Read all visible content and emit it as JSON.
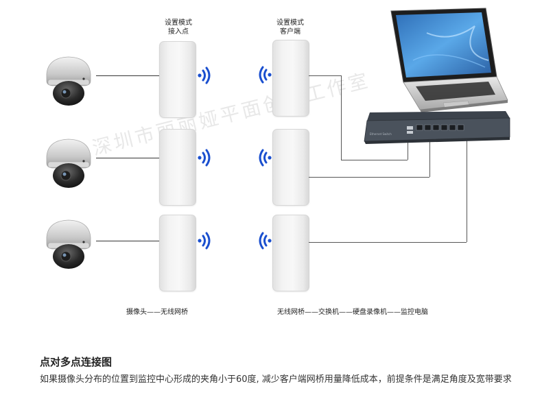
{
  "labels": {
    "access_point": "设置模式\n接入点",
    "client": "设置模式\n客户端",
    "access_point_line1": "设置模式",
    "access_point_line2": "接入点",
    "client_line1": "设置模式",
    "client_line2": "客户端"
  },
  "captions": {
    "left": "摄像头——无线网桥",
    "right": "无线网桥——交换机——硬盘录像机——监控电脑"
  },
  "switch_label": "Ethernet Switch",
  "watermark": "深圳市丽丽娅平面创意工作室",
  "heading": "点对多点连接图",
  "description": "如果摄像头分布的位置到监控中心形成的夹角小于60度, 减少客户端网桥用量降低成本，前提条件是满足角度及宽带要求",
  "colors": {
    "signal": "#1a4fcf",
    "laptop_screen": "#3a8fd6",
    "switch_body": "#4a525c"
  }
}
